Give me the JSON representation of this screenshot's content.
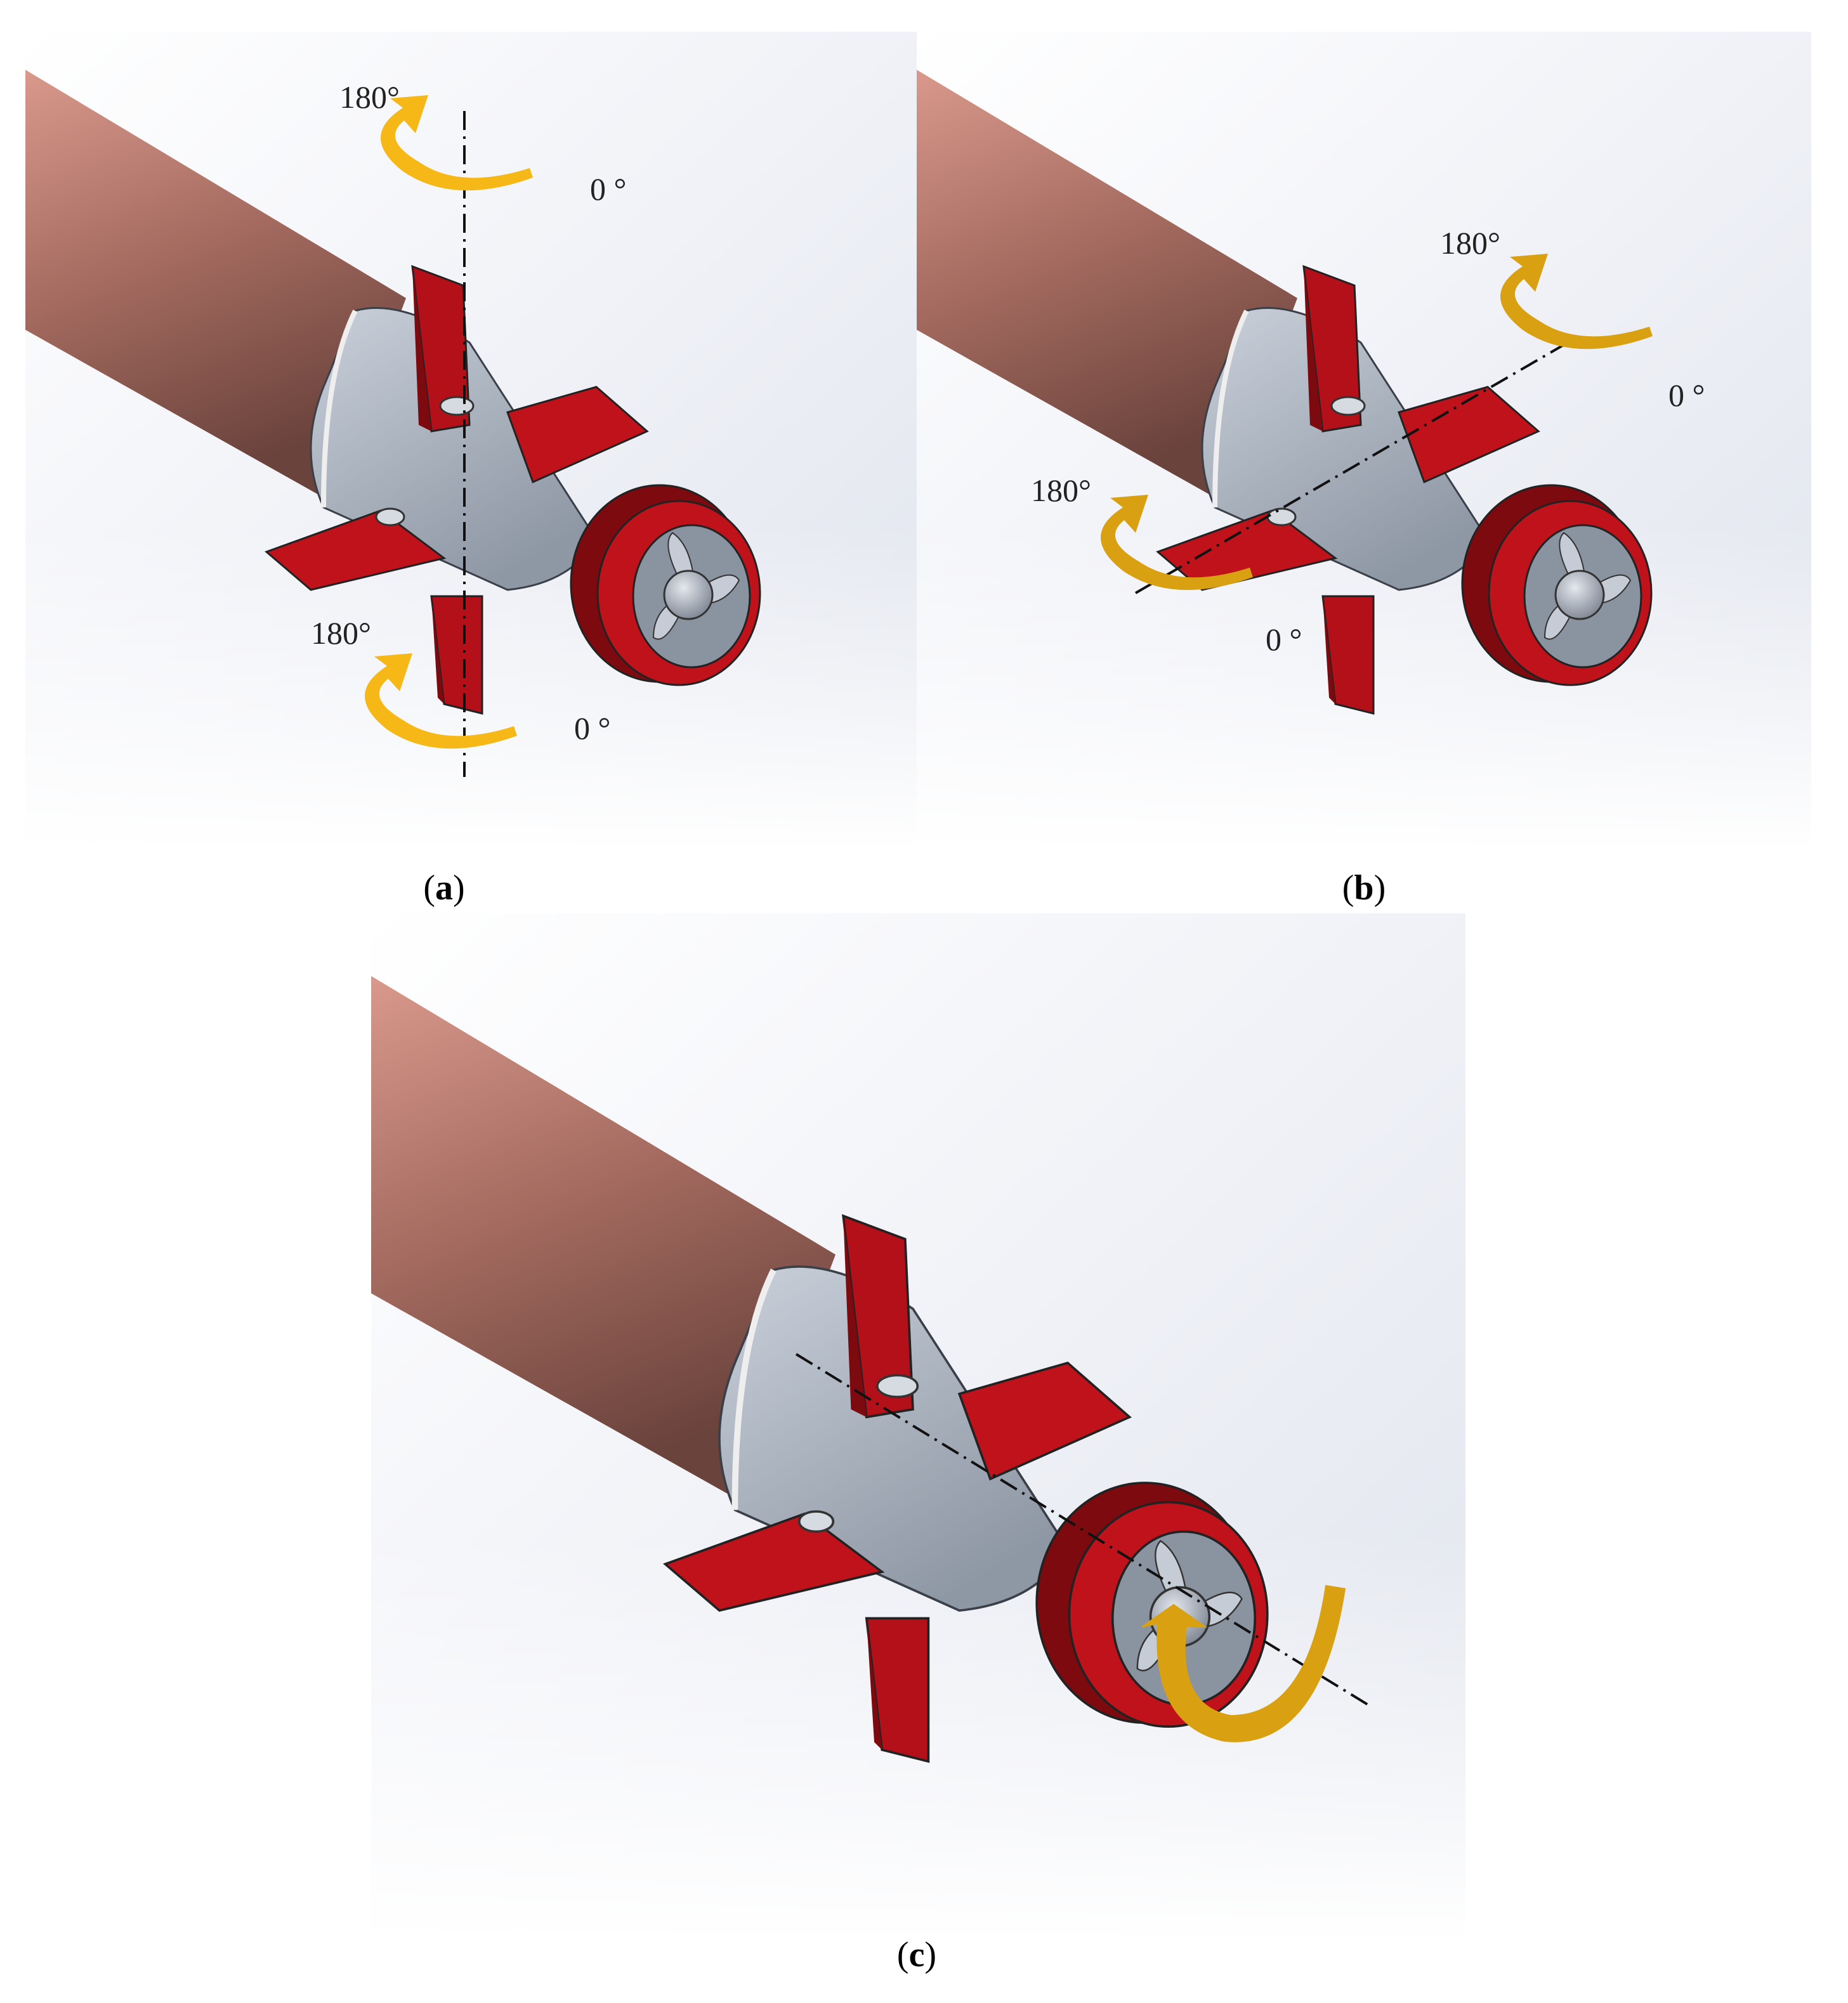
{
  "panels": [
    {
      "id": "a",
      "caption_letter": "a",
      "labels": {
        "upper_180": "180°",
        "upper_0": "0 °",
        "lower_180": "180°",
        "lower_0": "0 °"
      }
    },
    {
      "id": "b",
      "caption_letter": "b",
      "labels": {
        "right_180": "180°",
        "right_0": "0 °",
        "left_180": "180°",
        "left_0": "0 °"
      }
    },
    {
      "id": "c",
      "caption_letter": "c",
      "labels": {}
    }
  ],
  "colors": {
    "hull": "#b9786a",
    "hull_light": "#d6968a",
    "hull_dark": "#6e4740",
    "cone": "#b4bcc8",
    "fin": "#c0121a",
    "fin_dark": "#7d0a0f",
    "arrow_a": "#f5b817",
    "arrow_bc": "#d9a011",
    "axis": "#111111"
  },
  "icons": [
    "rotation-arrow-icon",
    "propeller-icon"
  ]
}
